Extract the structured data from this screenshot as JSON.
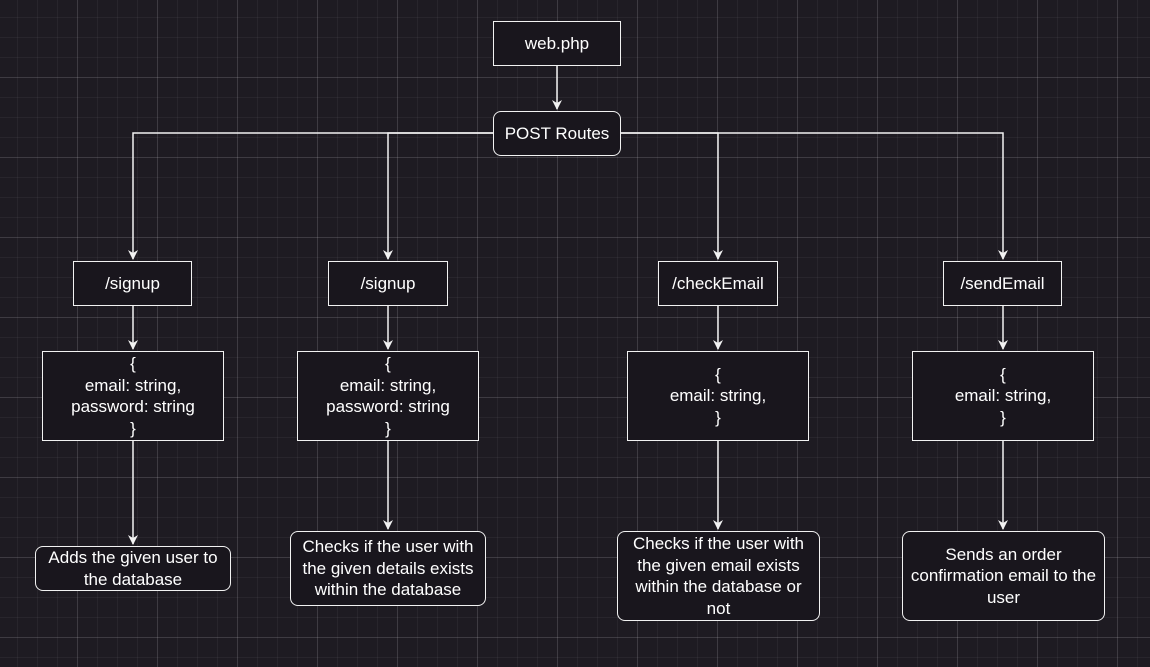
{
  "diagram": {
    "root": {
      "label": "web.php"
    },
    "post_routes": {
      "label": "POST Routes"
    },
    "branches": [
      {
        "route": "/signup",
        "payload": "{\nemail: string,\npassword: string\n}",
        "description": "Adds the given user to\nthe database"
      },
      {
        "route": "/signup",
        "payload": "{\nemail: string,\npassword: string\n}",
        "description": "Checks if the user with\nthe given details exists\nwithin the database"
      },
      {
        "route": "/checkEmail",
        "payload": "{\nemail: string,\n}",
        "description": "Checks if the user with\nthe given email exists\nwithin the database or\nnot"
      },
      {
        "route": "/sendEmail",
        "payload": "{\nemail: string,\n}",
        "description": "Sends an order\nconfirmation email to the\nuser"
      }
    ]
  },
  "colors": {
    "background": "#1e1b22",
    "node_fill": "#19161d",
    "stroke": "#f2f2f2",
    "text": "#ffffff"
  }
}
